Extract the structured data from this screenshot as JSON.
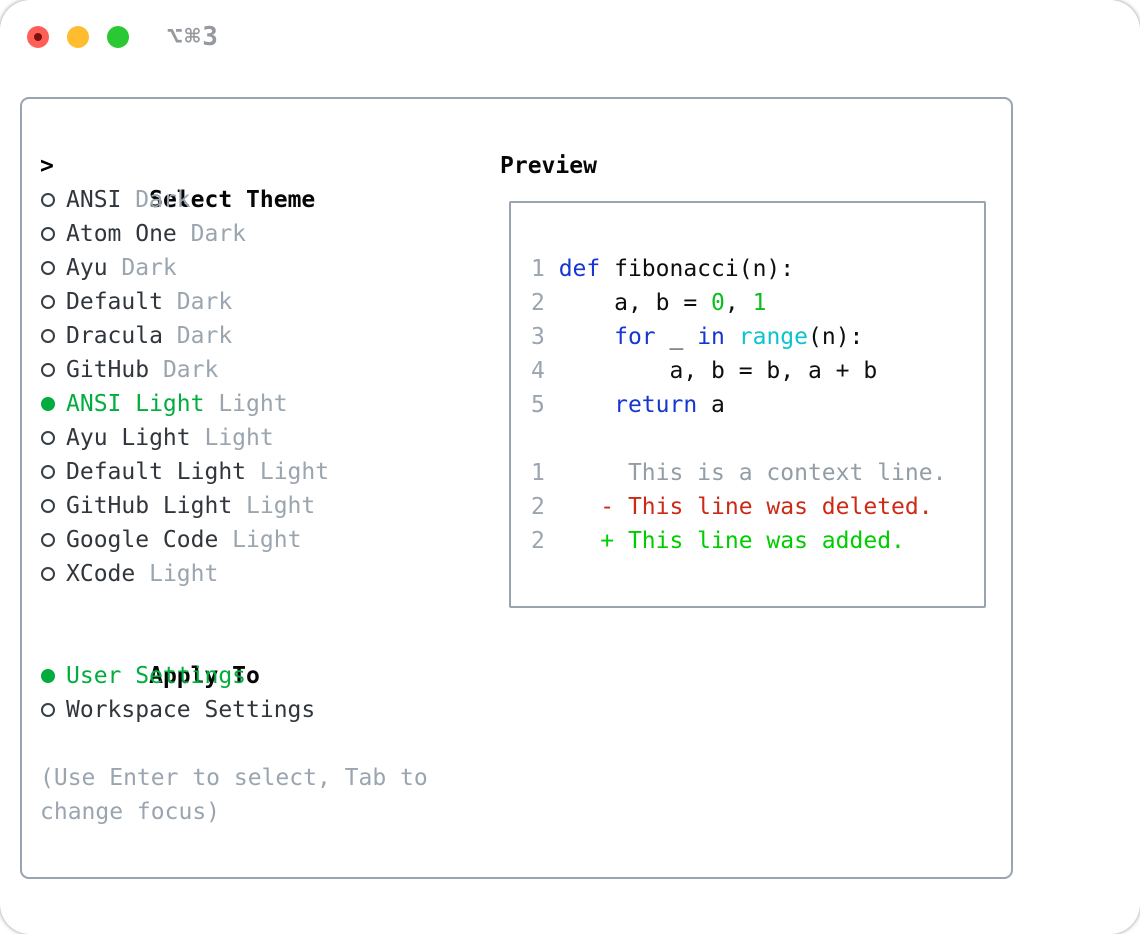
{
  "colors": {
    "traffic_red": "#ff5f57",
    "traffic_red_dot": "#7c120c",
    "traffic_yellow": "#febc2e",
    "traffic_green": "#2ac833",
    "title_gray": "#95999f",
    "border": "#9aa4b1",
    "name_fg": "#30363c",
    "muted": "#9aa5af",
    "context_gray": "#939da6",
    "fg": "#0c0e10",
    "accent_green": "#00ad3e",
    "bright_green": "#0bbe1e",
    "added_green": "#00cd00",
    "deleted_red": "#cc2a16",
    "keyword_blue": "#1536cf",
    "builtin_cyan": "#0cc3ce"
  },
  "window": {
    "title": "⌥⌘3",
    "close_label": "close",
    "minimize_label": "minimize",
    "zoom_label": "zoom"
  },
  "theme_panel": {
    "header_marker": ">",
    "header": "Select Theme",
    "items": [
      {
        "name": "ANSI",
        "variant": "Dark",
        "selected": false
      },
      {
        "name": "Atom One",
        "variant": "Dark",
        "selected": false
      },
      {
        "name": "Ayu",
        "variant": "Dark",
        "selected": false
      },
      {
        "name": "Default",
        "variant": "Dark",
        "selected": false
      },
      {
        "name": "Dracula",
        "variant": "Dark",
        "selected": false
      },
      {
        "name": "GitHub",
        "variant": "Dark",
        "selected": false
      },
      {
        "name": "ANSI Light",
        "variant": "Light",
        "selected": true
      },
      {
        "name": "Ayu Light",
        "variant": "Light",
        "selected": false
      },
      {
        "name": "Default Light",
        "variant": "Light",
        "selected": false
      },
      {
        "name": "GitHub Light",
        "variant": "Light",
        "selected": false
      },
      {
        "name": "Google Code",
        "variant": "Light",
        "selected": false
      },
      {
        "name": "XCode",
        "variant": "Light",
        "selected": false
      }
    ]
  },
  "apply_panel": {
    "header": "Apply To",
    "items": [
      {
        "name": "User Settings",
        "selected": true
      },
      {
        "name": "Workspace Settings",
        "selected": false
      }
    ]
  },
  "help_text": {
    "line1": "(Use Enter to select, Tab to",
    "line2": "change focus)"
  },
  "preview": {
    "header": "Preview",
    "lines": [
      {
        "num": "1",
        "tokens": [
          {
            "t": "def",
            "c": "kw"
          },
          {
            "t": " fibonacci(n):",
            "c": "fg"
          }
        ]
      },
      {
        "num": "2",
        "tokens": [
          {
            "t": "    a, b = ",
            "c": "fg"
          },
          {
            "t": "0",
            "c": "grn"
          },
          {
            "t": ", ",
            "c": "fg"
          },
          {
            "t": "1",
            "c": "grn"
          }
        ]
      },
      {
        "num": "3",
        "tokens": [
          {
            "t": "    ",
            "c": "fg"
          },
          {
            "t": "for",
            "c": "kw"
          },
          {
            "t": " _ ",
            "c": "fg"
          },
          {
            "t": "in",
            "c": "kw"
          },
          {
            "t": " ",
            "c": "fg"
          },
          {
            "t": "range",
            "c": "cy"
          },
          {
            "t": "(n):",
            "c": "fg"
          }
        ]
      },
      {
        "num": "4",
        "tokens": [
          {
            "t": "        a, b = b, a + b",
            "c": "fg"
          }
        ]
      },
      {
        "num": "5",
        "tokens": [
          {
            "t": "    ",
            "c": "fg"
          },
          {
            "t": "return",
            "c": "kw"
          },
          {
            "t": " a",
            "c": "fg"
          }
        ]
      },
      {
        "num": "",
        "tokens": []
      },
      {
        "num": "1",
        "tokens": [
          {
            "t": "     This is a context line.",
            "c": "ctx"
          }
        ]
      },
      {
        "num": "2",
        "tokens": [
          {
            "t": "   - This line was deleted.",
            "c": "del"
          }
        ]
      },
      {
        "num": "2",
        "tokens": [
          {
            "t": "   + This line was added.",
            "c": "add"
          }
        ]
      }
    ]
  }
}
